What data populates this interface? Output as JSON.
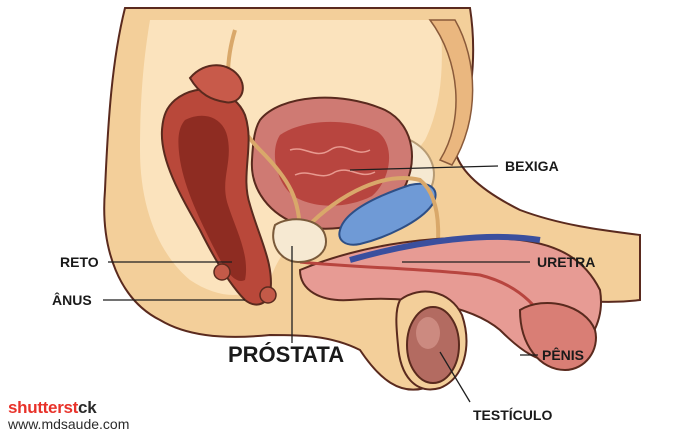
{
  "labels": {
    "bexiga": "BEXIGA",
    "reto": "RETO",
    "uretra": "URETRA",
    "anus": "ÂNUS",
    "prostata": "PRÓSTATA",
    "penis": "PÊNIS",
    "testiculo": "TESTÍCULO"
  },
  "watermark": {
    "brand_part1": "shutterst",
    "brand_part2": "ck",
    "site": "www.mdsaude.com"
  },
  "colors": {
    "skin": "#f3cf9a",
    "skin_light": "#fbe3bd",
    "rectum": "#b9483a",
    "rectum_dark": "#8e2c22",
    "bladder": "#cf7a73",
    "bladder_inner": "#b8453f",
    "seminal_vesicle": "#6f9ad6",
    "urethra": "#e79b94",
    "corpus": "#3a4f9e",
    "testis": "#b36b61",
    "bone": "#f6e9d2",
    "brand_red": "#e8322a"
  }
}
